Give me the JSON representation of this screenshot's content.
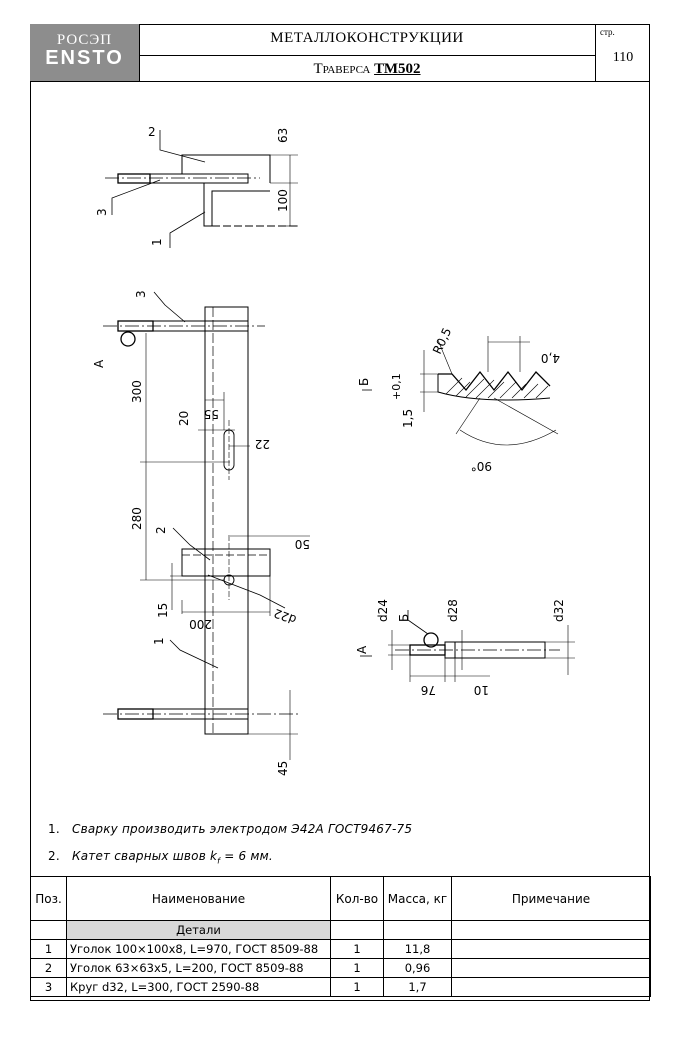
{
  "header": {
    "logo_top": "РОСЭП",
    "logo_bottom": "ENSTO",
    "category": "МЕТАЛЛОКОНСТРУКЦИИ",
    "title_prefix": "Траверса",
    "title_code": "ТМ502",
    "page_label": "стр.",
    "page_number": "110"
  },
  "drawing": {
    "positions": [
      "1",
      "2",
      "3"
    ],
    "dims_top": {
      "d63": "63",
      "d100": "100"
    },
    "dims_main": {
      "d300": "300",
      "d280": "280",
      "d20": "20",
      "d55": "55",
      "d22": "22",
      "d50": "50",
      "d200": "200",
      "d15": "15",
      "d45": "45",
      "d22dia": "d22"
    },
    "section_b": {
      "label": "Б",
      "r": "R0,5",
      "pitch": "4,0",
      "depth": "1,5",
      "tol": "+0,1",
      "angle": "90°"
    },
    "section_a": {
      "label_a": "А",
      "label_b": "Б",
      "d24": "d24",
      "d28": "d28",
      "d32": "d32",
      "d76": "76",
      "d10": "10"
    },
    "view_a_label": "А"
  },
  "notes": [
    {
      "num": "1.",
      "text": "Сварку производить электродом Э42А ГОСТ9467-75"
    },
    {
      "num": "2.",
      "text": "Катет сварных швов",
      "sym": "k",
      "sub": "f",
      "tail": "= 6 мм."
    }
  ],
  "table": {
    "headers": [
      "Поз.",
      "Наименование",
      "Кол-во",
      "Масса, кг",
      "Примечание"
    ],
    "group": "Детали",
    "rows": [
      {
        "pos": "1",
        "name": "Уголок 100×100х8, L=970, ГОСТ 8509-88",
        "qty": "1",
        "mass": "11,8",
        "note": ""
      },
      {
        "pos": "2",
        "name": "Уголок 63×63х5, L=200, ГОСТ 8509-88",
        "qty": "1",
        "mass": "0,96",
        "note": ""
      },
      {
        "pos": "3",
        "name": "Круг d32, L=300, ГОСТ 2590-88",
        "qty": "1",
        "mass": "1,7",
        "note": ""
      }
    ]
  }
}
